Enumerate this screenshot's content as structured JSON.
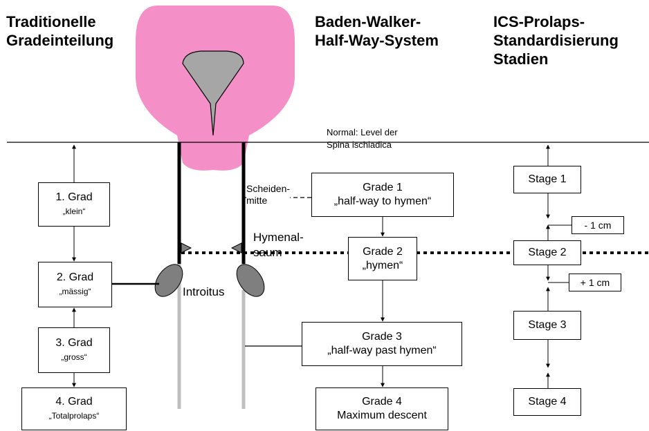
{
  "headers": {
    "traditional": "Traditionelle\nGradeinteilung",
    "baden_walker": "Baden-Walker-\nHalf-Way-System",
    "ics": "ICS-Prolaps-\nStandardisierung\nStadien"
  },
  "traditional_grades": [
    {
      "title": "1.   Grad",
      "desc": "„klein“"
    },
    {
      "title": "2. Grad",
      "desc": "„mässig“"
    },
    {
      "title": "3. Grad",
      "desc": "„gross“"
    },
    {
      "title": "4. Grad",
      "desc": "„Totalprolaps“"
    }
  ],
  "baden_walker_grades": [
    {
      "title": "Grade 1",
      "desc": "„half-way to hymen“"
    },
    {
      "title": "Grade 2",
      "desc": "„hymen“"
    },
    {
      "title": "Grade 3",
      "desc": "„half-way past hymen“"
    },
    {
      "title": "Grade 4",
      "desc": "Maximum  descent"
    }
  ],
  "ics_stages": [
    "Stage 1",
    "Stage 2",
    "Stage 3",
    "Stage 4"
  ],
  "ics_offsets": {
    "minus": "- 1 cm",
    "plus": "+ 1 cm"
  },
  "labels": {
    "normal_level": "Normal: Level der\nSpina ischiadica",
    "scheidenmitte": "Scheiden-\nmitte",
    "hymenalsaum": "Hymenal-\nsaum",
    "introitus": "Introitus"
  },
  "colors": {
    "uterus_pink": "#F48FC7",
    "cervix_gray": "#A6A6A6",
    "hymen_gray": "#7F7F7F",
    "vaginal_wall_lightgray": "#BFBFBF"
  }
}
